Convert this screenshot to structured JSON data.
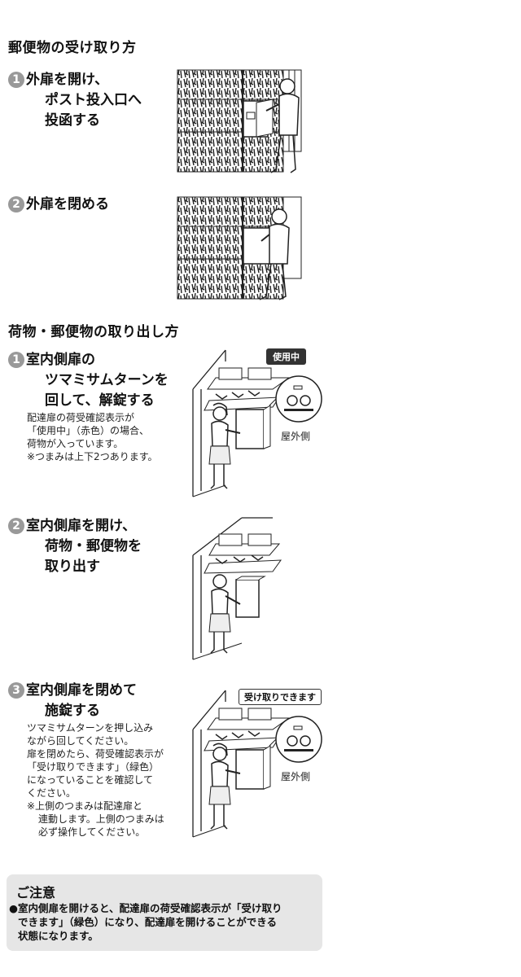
{
  "section1": {
    "title": "郵便物の受け取り方",
    "step1": {
      "num": "1",
      "line1": "外扉を開け、",
      "line2": "ポスト投入口へ",
      "line3": "投函する"
    },
    "step2": {
      "num": "2",
      "line1": "外扉を閉める"
    }
  },
  "section2": {
    "title": "荷物・郵便物の取り出し方",
    "step1": {
      "num": "1",
      "line1": "室内側扉の",
      "line2": "ツマミサムターンを",
      "line3": "回して、解錠する",
      "note1": "配達扉の荷受確認表示が",
      "note2": "「使用中」（赤色）の場合、",
      "note3": "荷物が入っています。",
      "note4": "※つまみは上下2つあります。",
      "badge": "使用中",
      "side_label": "屋外側"
    },
    "step2": {
      "num": "2",
      "line1": "室内側扉を開け、",
      "line2": "荷物・郵便物を",
      "line3": "取り出す"
    },
    "step3": {
      "num": "3",
      "line1": "室内側扉を閉めて",
      "line2": "施錠する",
      "note1": "ツマミサムターンを押し込み",
      "note2": "ながら回してください。",
      "note3": "扉を閉めたら、荷受確認表示が",
      "note4": "「受け取りできます」（緑色）",
      "note5": "になっていることを確認して",
      "note6": "ください。",
      "note7": "※上側のつまみは配達扉と",
      "note8": "連動します。上側のつまみは",
      "note9": "必ず操作してください。",
      "badge": "受け取りできます",
      "side_label": "屋外側"
    }
  },
  "caution": {
    "title": "ご注意",
    "bullet": "●",
    "line1": "室内側扉を開けると、配達扉の荷受確認表示が「受け取り",
    "line2": "できます」（緑色）になり、配達扉を開けることができる",
    "line3": "状態になります。"
  }
}
